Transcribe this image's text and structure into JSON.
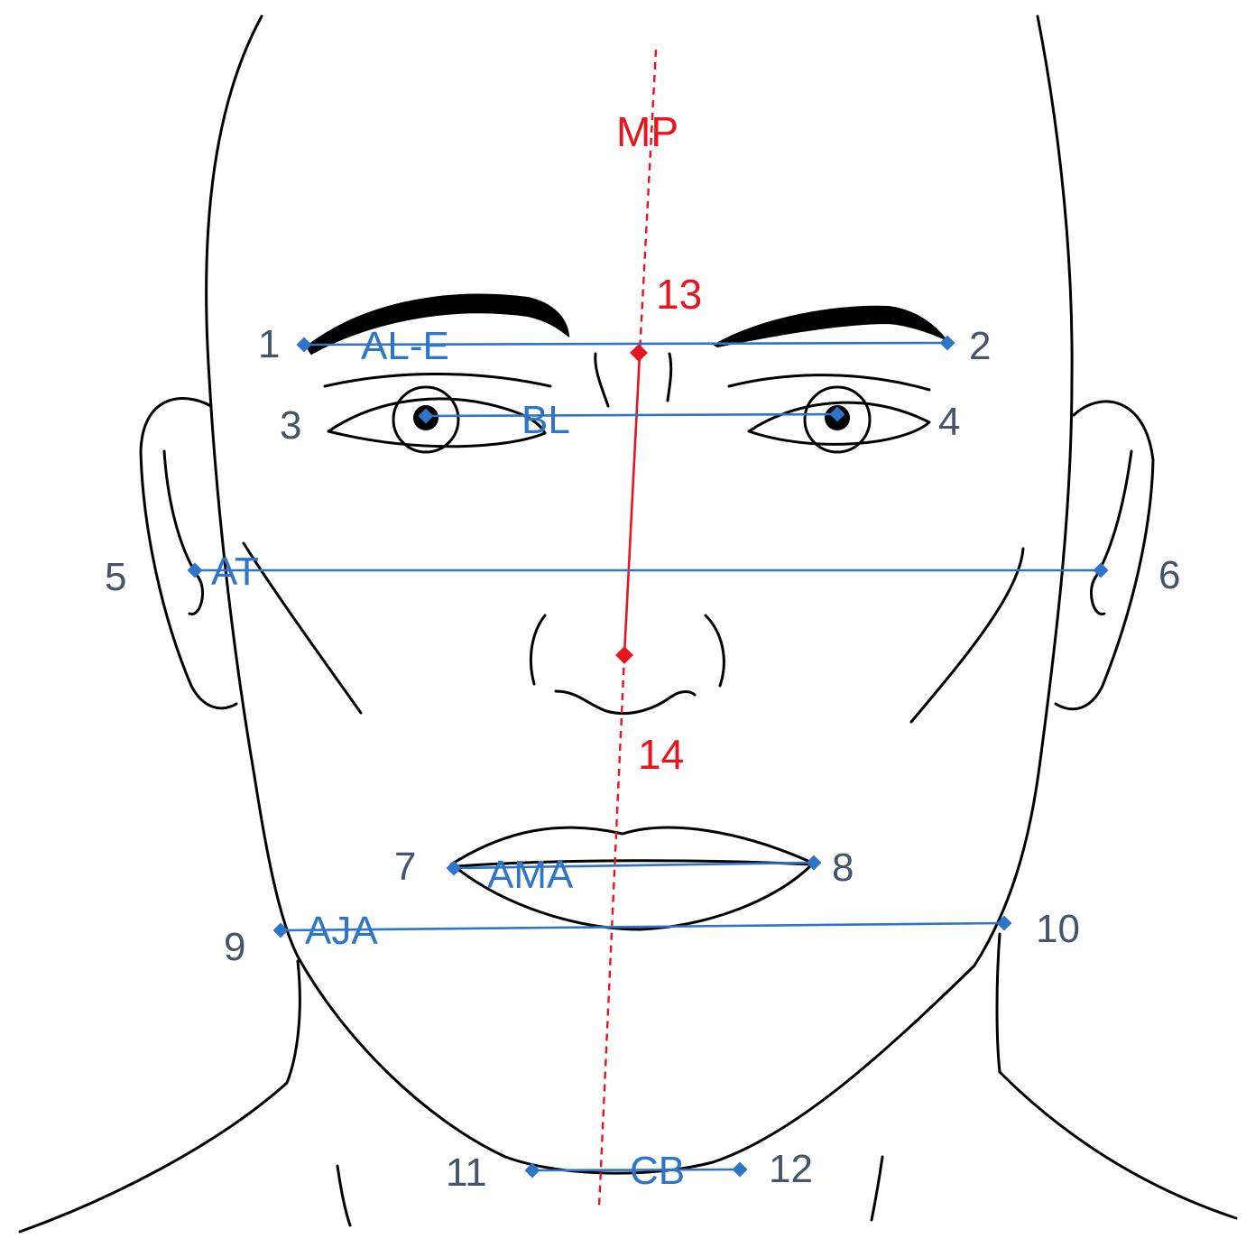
{
  "colors": {
    "measure_line": "#2e75c8",
    "point_number": "#44546a",
    "midline": "#e8141e",
    "sketch": "#000000"
  },
  "points": [
    {
      "id": "1",
      "label": "1"
    },
    {
      "id": "2",
      "label": "2"
    },
    {
      "id": "3",
      "label": "3"
    },
    {
      "id": "4",
      "label": "4"
    },
    {
      "id": "5",
      "label": "5"
    },
    {
      "id": "6",
      "label": "6"
    },
    {
      "id": "7",
      "label": "7"
    },
    {
      "id": "8",
      "label": "8"
    },
    {
      "id": "9",
      "label": "9"
    },
    {
      "id": "10",
      "label": "10"
    },
    {
      "id": "11",
      "label": "11"
    },
    {
      "id": "12",
      "label": "12"
    },
    {
      "id": "13",
      "label": "13"
    },
    {
      "id": "14",
      "label": "14"
    }
  ],
  "measurements": [
    {
      "abbr": "AL-E",
      "from": "1",
      "to": "2"
    },
    {
      "abbr": "BL",
      "from": "3",
      "to": "4"
    },
    {
      "abbr": "AT",
      "from": "5",
      "to": "6"
    },
    {
      "abbr": "AMA",
      "from": "7",
      "to": "8"
    },
    {
      "abbr": "AJA",
      "from": "9",
      "to": "10"
    },
    {
      "abbr": "CB",
      "from": "11",
      "to": "12"
    }
  ],
  "midline": {
    "label": "MP",
    "from": "13",
    "to": "14"
  }
}
